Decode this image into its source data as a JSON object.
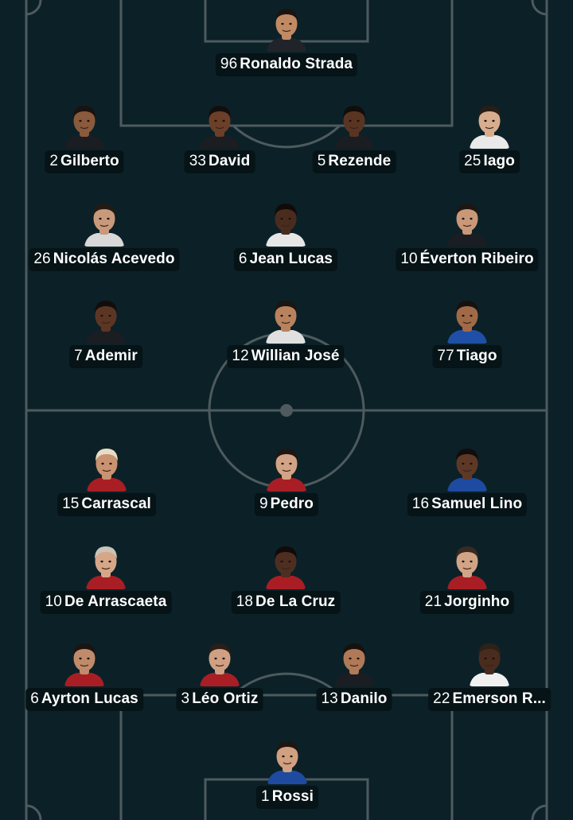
{
  "colors": {
    "pitch": "#0b2127",
    "lines": "#4e5a5e",
    "label_bg": "#061317",
    "label_text": "#ffffff"
  },
  "players": [
    {
      "number": "96",
      "name": "Ronaldo Strada",
      "skin": "#c08a64",
      "hair": "#1c1410",
      "shirt": "#20242a"
    },
    {
      "number": "2",
      "name": "Gilberto",
      "skin": "#8a5a3c",
      "hair": "#1a1210",
      "shirt": "#1a1d22"
    },
    {
      "number": "33",
      "name": "David",
      "skin": "#6b3f28",
      "hair": "#130e0c",
      "shirt": "#1a1d22"
    },
    {
      "number": "5",
      "name": "Rezende",
      "skin": "#5a3422",
      "hair": "#120d0b",
      "shirt": "#1a1d22"
    },
    {
      "number": "25",
      "name": "Iago",
      "skin": "#d8ad8e",
      "hair": "#2a1d15",
      "shirt": "#e9e9e9"
    },
    {
      "number": "26",
      "name": "Nicolás Acevedo",
      "skin": "#c8997a",
      "hair": "#241a14",
      "shirt": "#d8d8d8"
    },
    {
      "number": "6",
      "name": "Jean Lucas",
      "skin": "#4a2c1e",
      "hair": "#100b09",
      "shirt": "#e6e6e6"
    },
    {
      "number": "10",
      "name": "Éverton Ribeiro",
      "skin": "#c99878",
      "hair": "#1e1612",
      "shirt": "#1a1d22"
    },
    {
      "number": "7",
      "name": "Ademir",
      "skin": "#5c3624",
      "hair": "#120d0b",
      "shirt": "#1a1d22"
    },
    {
      "number": "12",
      "name": "Willian José",
      "skin": "#b9825e",
      "hair": "#1d1510",
      "shirt": "#e0e0e0"
    },
    {
      "number": "77",
      "name": "Tiago",
      "skin": "#a06a48",
      "hair": "#17110e",
      "shirt": "#1f4fa6"
    },
    {
      "number": "15",
      "name": "Carrascal",
      "skin": "#c99270",
      "hair": "#e8dcc6",
      "shirt": "#a81e24"
    },
    {
      "number": "9",
      "name": "Pedro",
      "skin": "#d2a384",
      "hair": "#1e1612",
      "shirt": "#a81e24"
    },
    {
      "number": "16",
      "name": "Samuel Lino",
      "skin": "#5e3826",
      "hair": "#120d0b",
      "shirt": "#1e4aa0"
    },
    {
      "number": "10",
      "name": "De Arrascaeta",
      "skin": "#d6a688",
      "hair": "#c9c3b8",
      "shirt": "#a81e24"
    },
    {
      "number": "18",
      "name": "De La Cruz",
      "skin": "#4e2e20",
      "hair": "#100b09",
      "shirt": "#a81e24"
    },
    {
      "number": "21",
      "name": "Jorginho",
      "skin": "#d2a486",
      "hair": "#3a2a1f",
      "shirt": "#a81e24"
    },
    {
      "number": "6",
      "name": "Ayrton Lucas",
      "skin": "#c08b6a",
      "hair": "#1b1411",
      "shirt": "#a81e24"
    },
    {
      "number": "3",
      "name": "Léo Ortiz",
      "skin": "#d0a082",
      "hair": "#2a1e16",
      "shirt": "#a81e24"
    },
    {
      "number": "13",
      "name": "Danilo",
      "skin": "#b07a58",
      "hair": "#17110e",
      "shirt": "#1a1d22"
    },
    {
      "number": "22",
      "name": "Emerson R...",
      "skin": "#4a2c1e",
      "hair": "#2e2218",
      "shirt": "#f0f0f0"
    },
    {
      "number": "1",
      "name": "Rossi",
      "skin": "#d0a080",
      "hair": "#1e1612",
      "shirt": "#1e4aa0"
    }
  ]
}
